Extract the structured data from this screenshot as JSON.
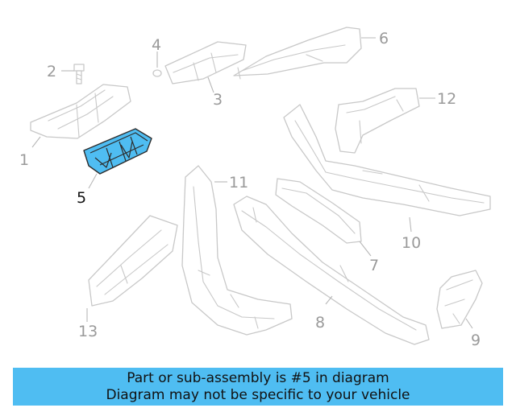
{
  "highlight_color": "#4fbdf2",
  "highlighted_part": "5",
  "callouts": {
    "c1": "1",
    "c2": "2",
    "c3": "3",
    "c4": "4",
    "c5": "5",
    "c6": "6",
    "c7": "7",
    "c8": "8",
    "c9": "9",
    "c10": "10",
    "c11": "11",
    "c12": "12",
    "c13": "13"
  },
  "banner": {
    "line1": "Part or sub-assembly is #5 in diagram",
    "line2": "Diagram may not be specific to your vehicle"
  }
}
